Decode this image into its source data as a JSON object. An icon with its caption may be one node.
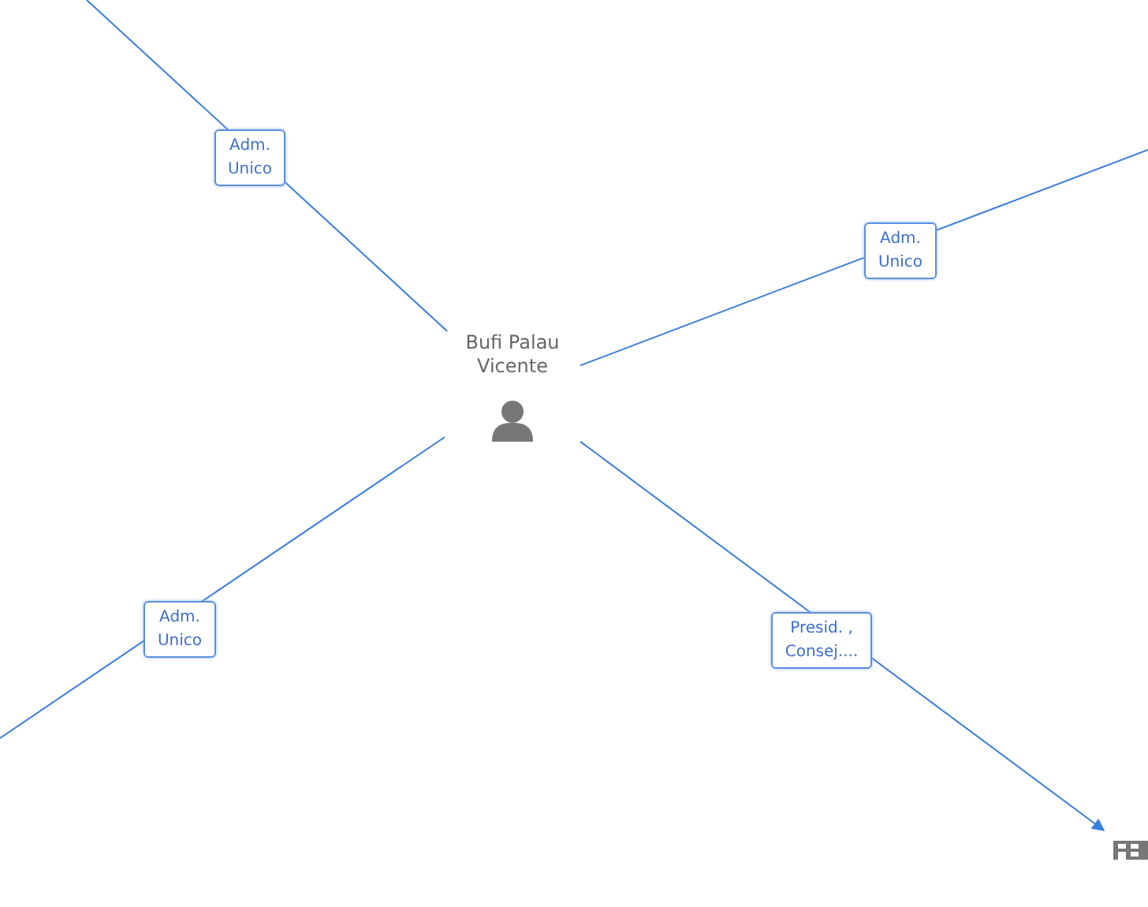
{
  "diagram": {
    "nodes": [
      {
        "text": [
          "Bufi Palau Vicente"
        ]
      },
      {
        "text": [],
        "shape": "picture"
      }
    ],
    "edges": [
      {
        "from": 0,
        "to": null,
        "arrow": "none",
        "label": "Adm. Unico"
      },
      {
        "from": 0,
        "to": null,
        "arrow": "none",
        "label": "Adm. Unico"
      },
      {
        "from": 0,
        "to": null,
        "arrow": "none",
        "label": "Adm. Unico"
      },
      {
        "from": 0,
        "to": 1,
        "arrow": "to",
        "label": "Presid. , Consej...."
      }
    ]
  }
}
